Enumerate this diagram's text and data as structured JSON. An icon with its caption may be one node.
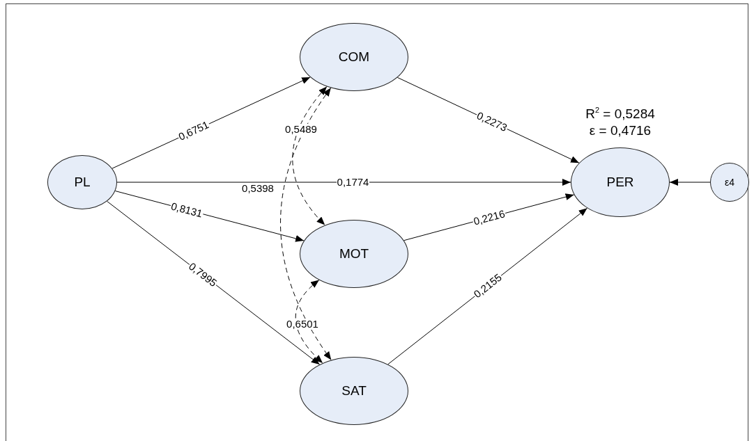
{
  "diagram": {
    "nodes": [
      {
        "text": [
          "PL"
        ]
      },
      {
        "text": [
          "COM"
        ]
      },
      {
        "text": [
          "MOT"
        ]
      },
      {
        "text": [
          "SAT"
        ]
      },
      {
        "text": [
          "PER"
        ],
        "beside": [
          "R$^{2}$ = 0,5284",
          "ε = 0,4716"
        ]
      },
      {
        "text": [
          "ε4"
        ]
      }
    ],
    "edges": [
      {
        "from": 0,
        "to": 1,
        "arrow": "to",
        "label": "0,6751"
      },
      {
        "from": 0,
        "to": 4,
        "arrow": "to",
        "label": "0,1774"
      },
      {
        "from": 0,
        "to": 2,
        "arrow": "to",
        "label": "0,8131"
      },
      {
        "from": 0,
        "to": 3,
        "arrow": "to",
        "label": "0,7995"
      },
      {
        "from": 1,
        "to": 4,
        "arrow": "to",
        "label": "0,2273"
      },
      {
        "from": 2,
        "to": 4,
        "arrow": "to",
        "label": "0,2216"
      },
      {
        "from": 3,
        "to": 4,
        "arrow": "to",
        "label": "0,2155"
      },
      {
        "from": 5,
        "to": 4,
        "arrow": "to"
      },
      {
        "from": 1,
        "to": 2,
        "arrow": "both",
        "style": "dashed",
        "label": "0,5489"
      },
      {
        "from": 1,
        "to": 3,
        "arrow": "both",
        "style": "dashed",
        "label": "0,5398"
      },
      {
        "from": 2,
        "to": 3,
        "arrow": "both",
        "style": "dashed",
        "label": "0,6501"
      }
    ]
  }
}
